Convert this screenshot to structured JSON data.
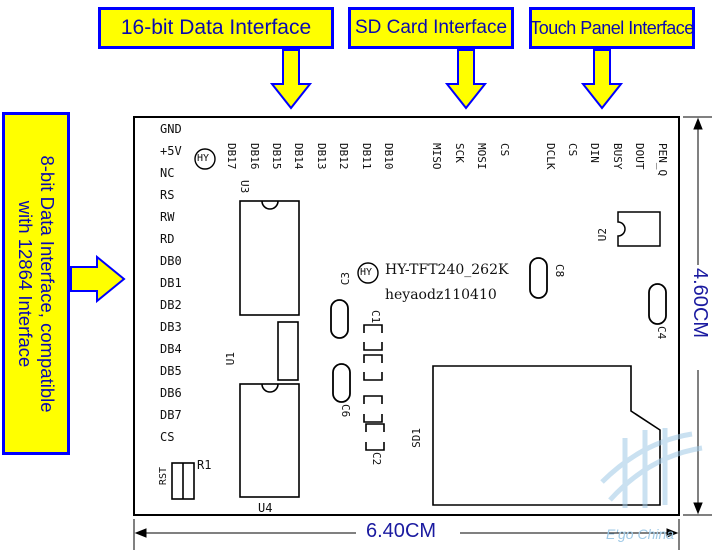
{
  "callouts": {
    "data16": "16-bit Data Interface",
    "sd": "SD Card Interface",
    "touch": "Touch Panel Interface",
    "data8_line1": "8-bit Data Interface, compatible",
    "data8_line2": "with 12864 Interface"
  },
  "left_pins": [
    "GND",
    "+5V",
    "NC",
    "RS",
    "RW",
    "RD",
    "DB0",
    "DB1",
    "DB2",
    "DB3",
    "DB4",
    "DB5",
    "DB6",
    "DB7",
    "CS"
  ],
  "top_pins": [
    "DB17",
    "DB16",
    "DB15",
    "DB14",
    "DB13",
    "DB12",
    "DB11",
    "DB10",
    "MISO",
    "SCK",
    "MOSI",
    "CS",
    "DCLK",
    "CS",
    "DIN",
    "BUSY",
    "DOUT",
    "PEN_Q"
  ],
  "silkscreen": {
    "hy_logo": "HY",
    "board_name": "HY-TFT240_262K",
    "board_date": "heyaodz110410",
    "u1": "U1",
    "u2": "U2",
    "u3": "U3",
    "u4": "U4",
    "sd1": "SD1",
    "r1": "R1",
    "rst": "RST",
    "c1": "C1",
    "c2": "C2",
    "c3": "C3",
    "c4": "C4",
    "c6": "C6",
    "c8": "C8"
  },
  "dimensions": {
    "width": "6.40",
    "width_unit": "CM",
    "height": "4.60",
    "height_unit": "CM"
  },
  "watermark": "E'go China",
  "colors": {
    "callout_fill": "#ffff00",
    "callout_border": "#0000ff",
    "dimension_text": "#1a1aa0"
  }
}
